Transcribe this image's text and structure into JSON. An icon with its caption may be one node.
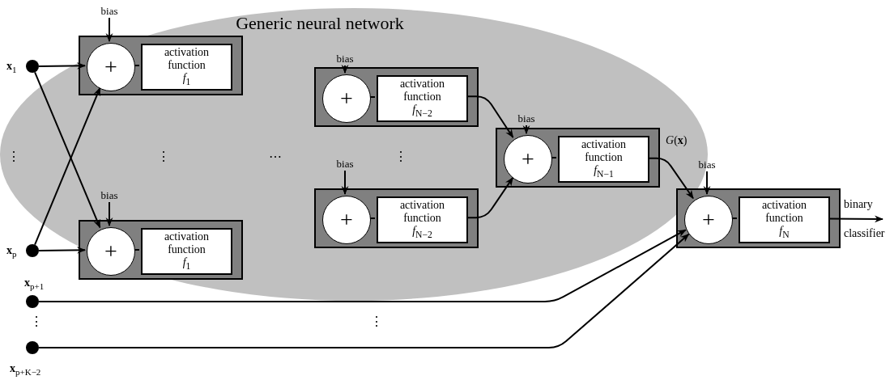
{
  "diagram": {
    "nodes": [
      {
        "text": [],
        "shape": "circle",
        "beside": [
          "**x**$_{1}$"
        ]
      },
      {
        "text": [],
        "shape": "circle",
        "beside": [
          "**x**$_{p}$"
        ]
      },
      {
        "text": [],
        "shape": "circle",
        "beside": [
          "**x**$_{p+1}$"
        ]
      },
      {
        "text": [],
        "shape": "circle",
        "beside": [
          "**x**$_{p+K−2}$"
        ]
      },
      {
        "text": [],
        "shape": "box"
      },
      {
        "text": [
          "+"
        ],
        "in": 4
      },
      {
        "text": [
          "activation function",
          "*f*$_{1}$"
        ],
        "in": 4
      },
      {
        "text": [
          "bias"
        ]
      },
      {
        "text": [],
        "shape": "box"
      },
      {
        "text": [
          "+"
        ],
        "in": 8
      },
      {
        "text": [
          "activation function",
          "*f*$_{1}$"
        ],
        "in": 8
      },
      {
        "text": [
          "bias"
        ]
      },
      {
        "text": [],
        "shape": "box"
      },
      {
        "text": [
          "+"
        ],
        "in": 12
      },
      {
        "text": [
          "activation function",
          "*f*$_{N−2}$"
        ],
        "in": 12
      },
      {
        "text": [
          "bias"
        ]
      },
      {
        "text": [],
        "shape": "box"
      },
      {
        "text": [
          "+"
        ],
        "in": 16
      },
      {
        "text": [
          "activation function",
          "*f*$_{N−2}$"
        ],
        "in": 16
      },
      {
        "text": [
          "bias"
        ]
      },
      {
        "text": [],
        "shape": "box",
        "beside": [
          "*G*(**x**)"
        ]
      },
      {
        "text": [
          "+"
        ],
        "in": 20
      },
      {
        "text": [
          "activation function",
          "*f*$_{N−1}$"
        ],
        "in": 20
      },
      {
        "text": [
          "bias"
        ]
      },
      {
        "text": [],
        "shape": "box"
      },
      {
        "text": [
          "+"
        ],
        "in": 24
      },
      {
        "text": [
          "activation function",
          "*f*$_{N}$"
        ],
        "in": 24
      },
      {
        "text": [
          "bias"
        ]
      }
    ],
    "edges": [
      {
        "from": 7,
        "to": 5,
        "arrow": "to"
      },
      {
        "from": 5,
        "to": 6,
        "arrow": "none"
      },
      {
        "from": 0,
        "to": 5,
        "arrow": "to"
      },
      {
        "from": 0,
        "to": 9,
        "arrow": "to"
      },
      {
        "from": 1,
        "to": 5,
        "arrow": "to"
      },
      {
        "from": 1,
        "to": 9,
        "arrow": "to"
      },
      {
        "from": 11,
        "to": 9,
        "arrow": "to"
      },
      {
        "from": 9,
        "to": 10,
        "arrow": "none"
      },
      {
        "from": 15,
        "to": 13,
        "arrow": "to"
      },
      {
        "from": 13,
        "to": 14,
        "arrow": "none"
      },
      {
        "from": 19,
        "to": 17,
        "arrow": "to"
      },
      {
        "from": 17,
        "to": 18,
        "arrow": "none"
      },
      {
        "from": 14,
        "to": 21,
        "arrow": "to"
      },
      {
        "from": 18,
        "to": 21,
        "arrow": "to"
      },
      {
        "from": 23,
        "to": 21,
        "arrow": "to"
      },
      {
        "from": 21,
        "to": 22,
        "arrow": "none"
      },
      {
        "from": 22,
        "to": 25,
        "arrow": "to"
      },
      {
        "from": 27,
        "to": 25,
        "arrow": "to"
      },
      {
        "from": 25,
        "to": 26,
        "arrow": "none"
      },
      {
        "from": 26,
        "to": null,
        "arrow": "to",
        "label": "binary classifier"
      },
      {
        "from": 2,
        "to": 25,
        "arrow": "to"
      },
      {
        "from": 3,
        "to": 25,
        "arrow": "to"
      }
    ],
    "labels": [
      "Generic neural network",
      "⋮",
      "⋮",
      "⋯",
      "⋮",
      "⋮",
      "⋮"
    ]
  }
}
